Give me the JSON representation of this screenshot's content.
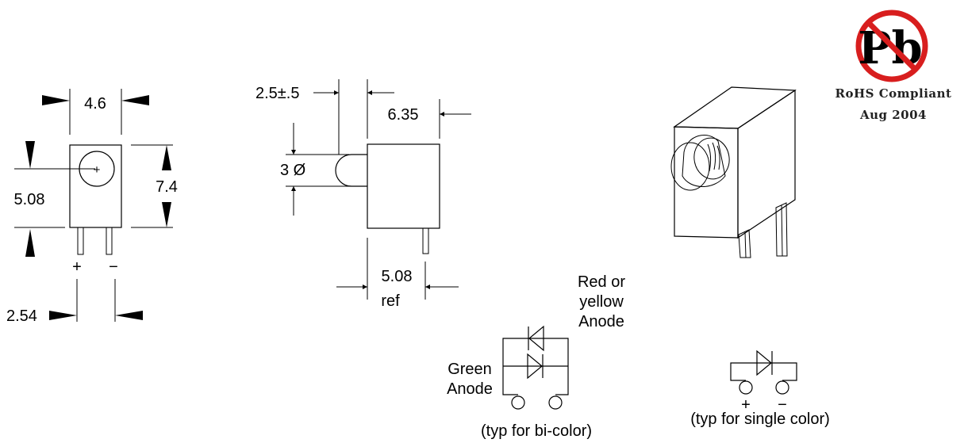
{
  "front_view": {
    "dim_width": "4.6",
    "dim_height": "7.4",
    "dim_lens_center": "5.08",
    "dim_pin_pitch": "2.54",
    "pin_plus": "+",
    "pin_minus": "−",
    "center_mark": "+"
  },
  "side_view": {
    "dim_lens_protrusion": "2.5±.5",
    "dim_body_depth": "6.35",
    "dim_lens_diameter": "3 Ø",
    "dim_pin_offset_value": "5.08",
    "dim_pin_offset_note": "ref"
  },
  "rohs": {
    "symbol_text": "Pb",
    "line1": "RoHS Compliant",
    "line2": "Aug 2004",
    "symbol_color": "#d81e1e"
  },
  "bicolor_schematic": {
    "label_red_line1": "Red or",
    "label_red_line2": "yellow",
    "label_red_line3": "Anode",
    "label_green_line1": "Green",
    "label_green_line2": "Anode",
    "caption": "(typ for bi-color)"
  },
  "single_schematic": {
    "pin_plus": "+",
    "pin_minus": "−",
    "caption": "(typ for single color)"
  }
}
